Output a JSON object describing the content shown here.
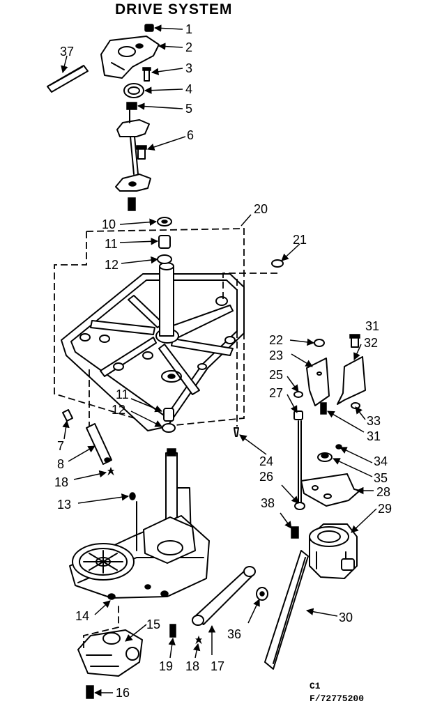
{
  "title": "DRIVE SYSTEM",
  "footer": {
    "code_line1": "C1",
    "code_line2": "F/72775200"
  },
  "callouts": {
    "c1": "1",
    "c2": "2",
    "c3": "3",
    "c4": "4",
    "c5": "5",
    "c6": "6",
    "c7": "7",
    "c8": "8",
    "c10": "10",
    "c11a": "11",
    "c11b": "11",
    "c12a": "12",
    "c12b": "12",
    "c13": "13",
    "c14": "14",
    "c15": "15",
    "c16": "16",
    "c17": "17",
    "c18a": "18",
    "c18b": "18",
    "c19": "19",
    "c20": "20",
    "c21": "21",
    "c22": "22",
    "c23": "23",
    "c24": "24",
    "c25": "25",
    "c26": "26",
    "c27": "27",
    "c28": "28",
    "c29": "29",
    "c30": "30",
    "c31a": "31",
    "c31b": "31",
    "c32": "32",
    "c33": "33",
    "c34": "34",
    "c35": "35",
    "c36": "36",
    "c37": "37",
    "c38": "38"
  }
}
